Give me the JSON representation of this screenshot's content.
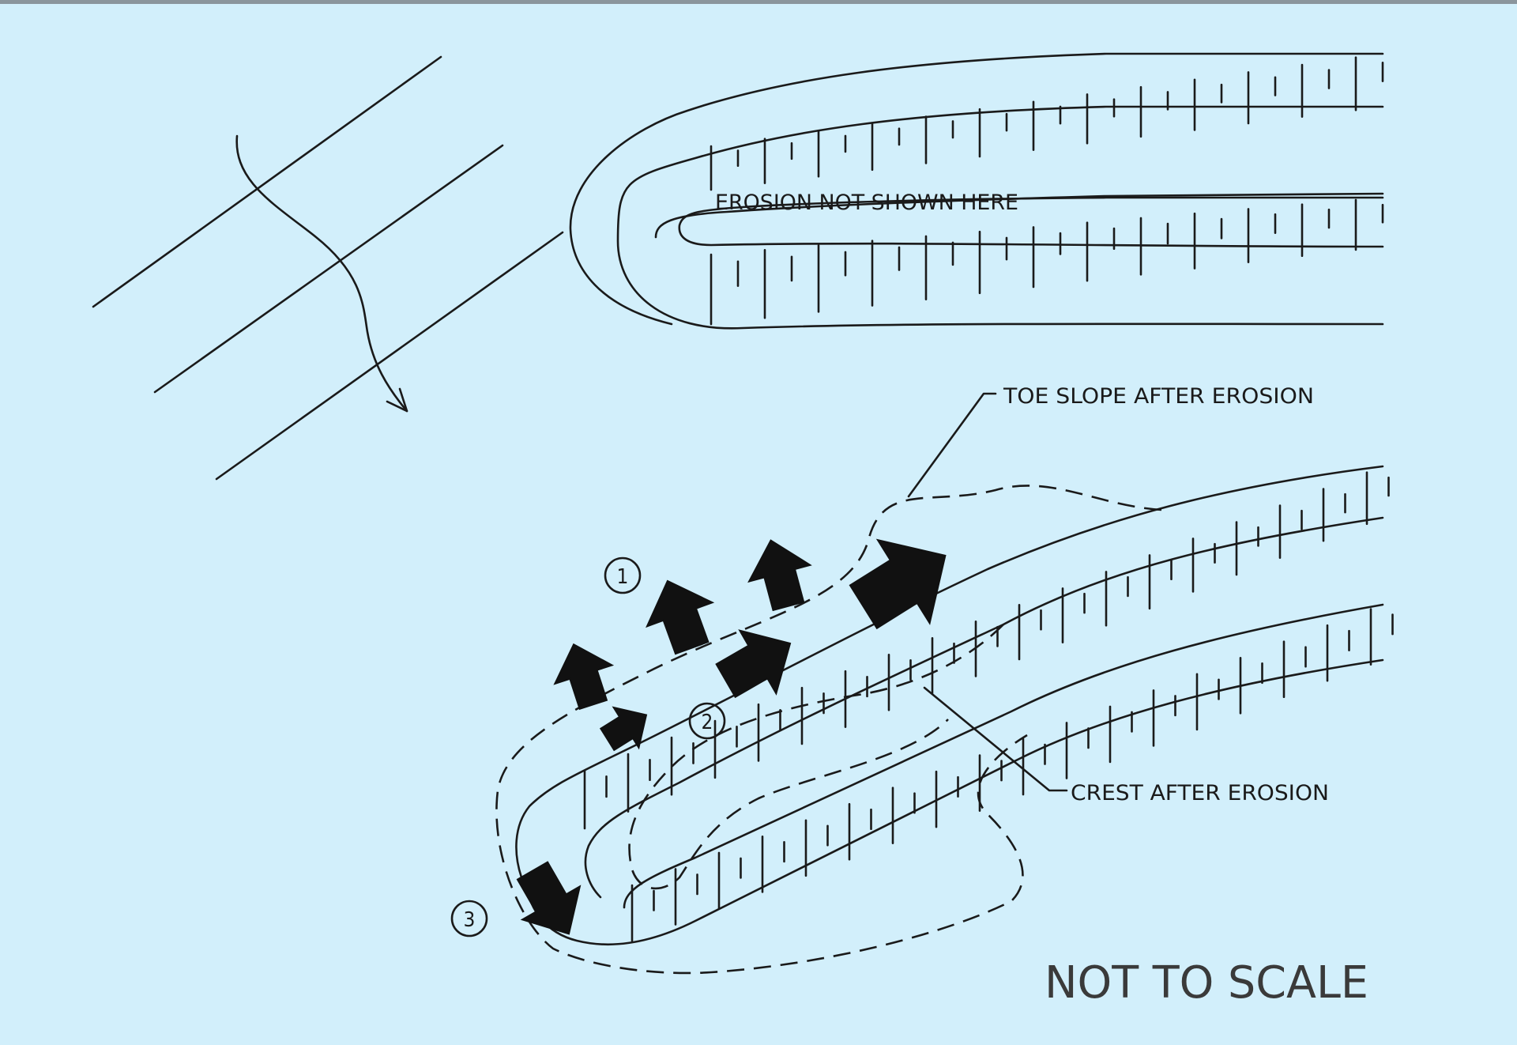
{
  "labels": {
    "erosion_not_shown": "EROSION NOT SHOWN HERE",
    "toe_slope": "TOE SLOPE AFTER EROSION",
    "crest": "CREST AFTER EROSION",
    "scale_note": "NOT TO SCALE"
  },
  "markers": [
    "1",
    "2",
    "3"
  ],
  "colors": {
    "background": "#d2effb",
    "ink": "#1a1a1a",
    "arrow_fill": "#111111",
    "top_rule": "#8b959c"
  },
  "icons": [
    "wave-direction-arrow-icon",
    "erosion-force-arrow-icon"
  ]
}
